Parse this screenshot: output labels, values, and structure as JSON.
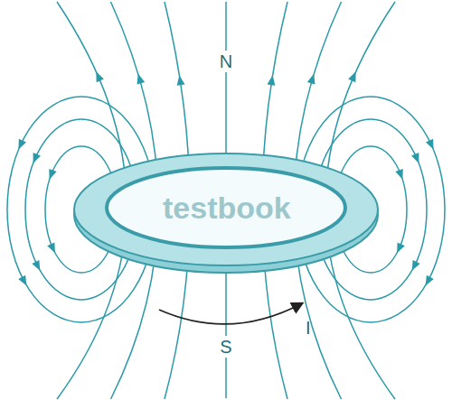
{
  "diagram": {
    "labels": [
      "N",
      "S",
      "I",
      "testbook"
    ]
  }
}
